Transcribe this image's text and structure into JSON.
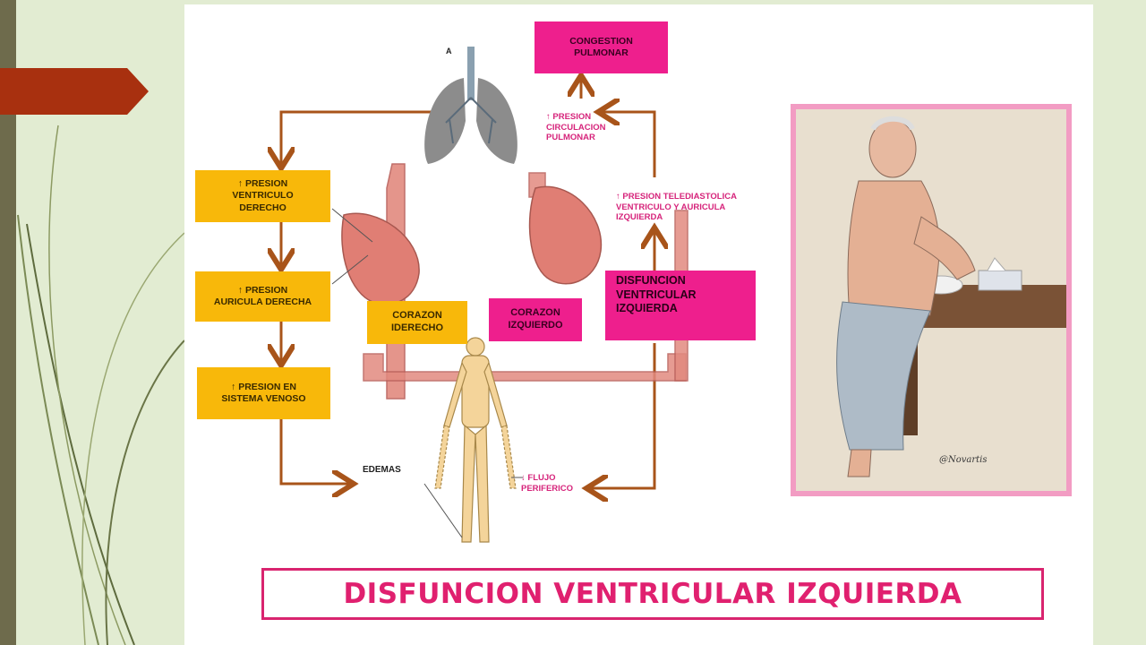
{
  "slide": {
    "title": "DISFUNCION VENTRICULAR IZQUIERDA"
  },
  "diagram": {
    "right_side": {
      "box1": [
        "↑ PRESION",
        "VENTRICULO",
        "DERECHO"
      ],
      "box2": [
        "↑ PRESION",
        "AURICULA DERECHA"
      ],
      "box3": [
        "↑ PRESION EN",
        "SISTEMA VENOSO"
      ]
    },
    "corazon_derecho": [
      "CORAZON",
      "IDERECHO"
    ],
    "corazon_izquierdo": [
      "CORAZON",
      "IZQUIERDO"
    ],
    "disfuncion": [
      "DISFUNCION",
      "VENTRICULAR",
      "IZQUIERDA"
    ],
    "congestion": [
      "CONGESTION",
      "PULMONAR"
    ],
    "presion_circulacion": [
      "↑ PRESION",
      "CIRCULACION",
      "PULMONAR"
    ],
    "presion_telediastolica": [
      "↑ PRESION TELEDIASTOLICA",
      "VENTRICULO Y AURICULA",
      "IZQUIERDA"
    ],
    "edemas": "EDEMAS",
    "flujo": [
      "↓ FLUJO",
      "PERIFERICO"
    ],
    "lung_marker": "A"
  },
  "portrait": {
    "signature": "@Novartis"
  },
  "colors": {
    "yellow_box": "#f8b80a",
    "pink_box": "#ee1f8d",
    "arrow": "#a8541a",
    "title": "#e0206f",
    "slide_bg": "#e2ecd2"
  }
}
